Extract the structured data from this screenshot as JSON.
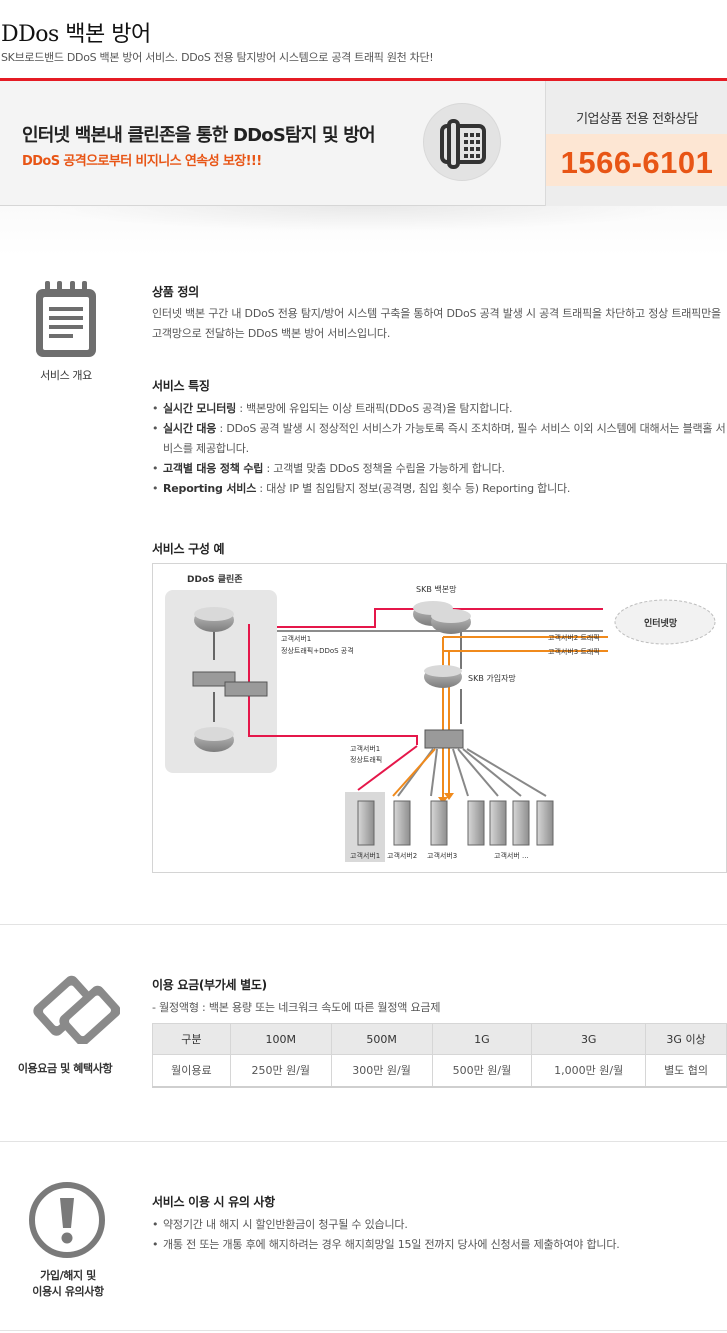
{
  "header": {
    "title": "DDos 백본 방어",
    "subtitle": "SK브로드밴드 DDoS 백본 방어 서비스. DDoS 전용 탐지방어 시스템으로 공격 트래픽 원천 차단!"
  },
  "banner": {
    "headline": "인터넷 백본내 클린존을 통한 DDoS탐지 및 방어",
    "tagline": "DDoS 공격으로부터 비지니스 연속성 보장!!!",
    "phone_label": "기업상품 전용 전화상담",
    "phone_number": "1566-6101"
  },
  "overview": {
    "icon_label": "서비스 개요",
    "definition_title": "상품 정의",
    "definition_text": "인터넷 백본 구간 내 DDoS 전용 탐지/방어 시스템 구축을 통하여 DDoS 공격 발생 시 공격 트래픽을 차단하고 정상 트래픽만을 고객망으로 전달하는 DDoS 백본 방어 서비스입니다.",
    "features_title": "서비스 특징",
    "features": [
      {
        "label": "실시간 모니터링",
        "text": " : 백본망에 유입되는 이상 트래픽(DDoS 공격)을 탐지합니다."
      },
      {
        "label": "실시간 대응",
        "text": " : DDoS 공격 발생 시 정상적인 서비스가 가능토록 즉시 조치하며, 필수 서비스 이외 시스템에 대해서는 블랙홀 서비스를 제공합니다."
      },
      {
        "label": "고객별 대응 정책 수립",
        "text": " : 고객별 맞춤 DDoS 정책을 수립을 가능하게 합니다."
      },
      {
        "label": "Reporting 서비스",
        "text": " : 대상 IP 별 침입탐지 정보(공격명, 침입 횟수 등) Reporting 합니다."
      }
    ],
    "diagram_title": "서비스 구성 예",
    "diagram": {
      "cleanzone": "DDoS 클린존",
      "backbone": "SKB 백본망",
      "internet": "인터넷망",
      "access": "SKB 가입자망",
      "attack_line1": "고객서버1",
      "attack_line2": "정상트래픽+DDoS 공격",
      "srv2_traffic": "고객서버2 트래픽",
      "srv3_traffic": "고객서버3 트래픽",
      "normal_line1": "고객서버1",
      "normal_line2": "정상트래픽",
      "server1": "고객서버1",
      "server2": "고객서버2",
      "server3": "고객서버3",
      "server_etc": "고객서버 ..."
    },
    "colors": {
      "attack": "#e5174a",
      "traffic": "#f08a1c",
      "line": "#8c8c8c"
    }
  },
  "pricing": {
    "icon_label": "이용요금 및 혜택사항",
    "title": "이용 요금(부가세 별도)",
    "note": "- 월정액형 : 백본 용량 또는 네크워크 속도에 따른 월정액 요금제",
    "columns": [
      "구분",
      "100M",
      "500M",
      "1G",
      "3G",
      "3G 이상"
    ],
    "row": [
      "월이용료",
      "250만 원/월",
      "300만 원/월",
      "500만 원/월",
      "1,000만 원/월",
      "별도 협의"
    ]
  },
  "notice": {
    "icon_label_1": "가입/해지 및",
    "icon_label_2": "이용시 유의사항",
    "title": "서비스 이용 시 유의 사항",
    "items": [
      "약정기간 내 해지 시 할인반환금이 청구될 수 있습니다.",
      "개통 전 또는 개통 후에 해지하려는 경우 해지희망일 15일 전까지 당사에 신청서를 제출하여야 합니다."
    ]
  },
  "accent_colors": {
    "brand_red": "#e51b24",
    "orange": "#e85515"
  }
}
